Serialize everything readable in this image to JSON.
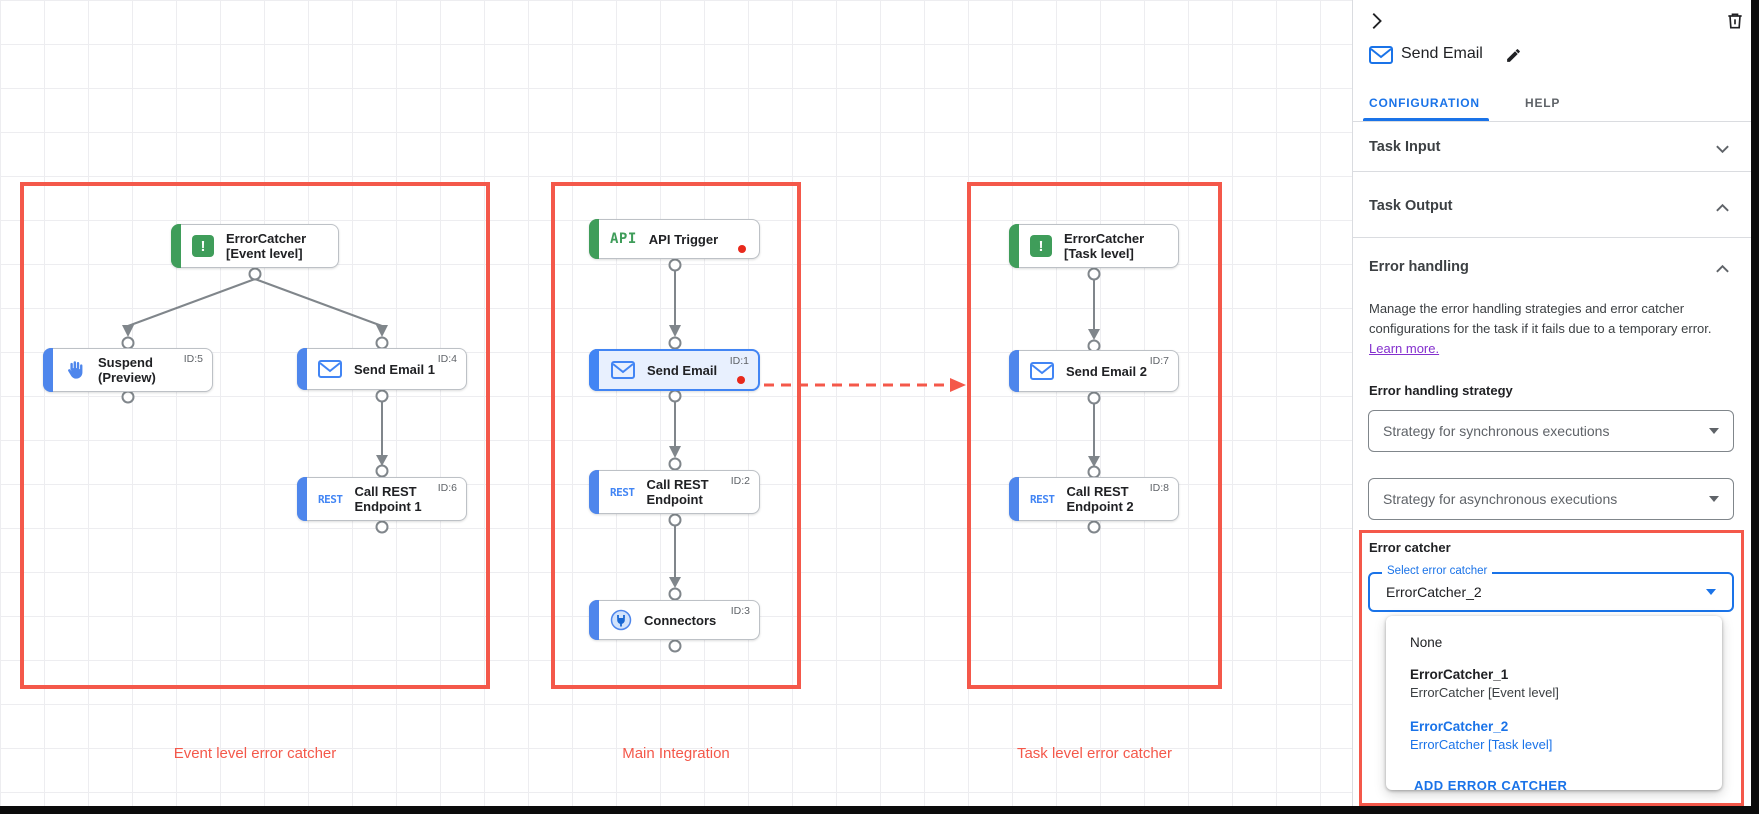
{
  "canvas": {
    "groups": {
      "event_level": {
        "label": "Event level error catcher"
      },
      "main": {
        "label": "Main Integration"
      },
      "task_level": {
        "label": "Task level error catcher"
      }
    },
    "icon_labels": {
      "api": "API",
      "rest": "REST",
      "exclaim": "!"
    },
    "nodes": {
      "ec_event": {
        "line1": "ErrorCatcher",
        "line2": "[Event level]"
      },
      "suspend": {
        "line1": "Suspend",
        "line2": "(Preview)",
        "id": "ID:5"
      },
      "send_email_1": {
        "line1": "Send Email 1",
        "id": "ID:4"
      },
      "call_rest_1": {
        "line1": "Call REST",
        "line2": "Endpoint 1",
        "id": "ID:6"
      },
      "api_trigger": {
        "line1": "API Trigger"
      },
      "send_email": {
        "line1": "Send Email",
        "id": "ID:1"
      },
      "call_rest": {
        "line1": "Call REST",
        "line2": "Endpoint",
        "id": "ID:2"
      },
      "connectors": {
        "line1": "Connectors",
        "id": "ID:3"
      },
      "ec_task": {
        "line1": "ErrorCatcher",
        "line2": "[Task level]"
      },
      "send_email_2": {
        "line1": "Send Email 2",
        "id": "ID:7"
      },
      "call_rest_2": {
        "line1": "Call REST",
        "line2": "Endpoint 2",
        "id": "ID:8"
      }
    }
  },
  "panel": {
    "title": "Send Email",
    "tabs": {
      "configuration": "CONFIGURATION",
      "help": "HELP"
    },
    "sections": {
      "task_input": "Task Input",
      "task_output": "Task Output",
      "error_handling": "Error handling"
    },
    "error_handling": {
      "description": "Manage the error handling strategies and error catcher configurations for the task if it fails due to a temporary error.",
      "learn_more": "Learn more.",
      "strategy_label": "Error handling strategy",
      "sync_placeholder": "Strategy for synchronous executions",
      "async_placeholder": "Strategy for asynchronous executions",
      "error_catcher_label": "Error catcher",
      "select_label": "Select error catcher",
      "select_value": "ErrorCatcher_2",
      "menu": {
        "none": "None",
        "ec1_name": "ErrorCatcher_1",
        "ec1_sub": "ErrorCatcher [Event level]",
        "ec2_name": "ErrorCatcher_2",
        "ec2_sub": "ErrorCatcher [Task level]",
        "add_button": "ADD ERROR CATCHER"
      }
    }
  },
  "colors": {
    "accent_blue": "#1a73e8",
    "node_blue": "#4e86ec",
    "node_green": "#3f9d5a",
    "annotation_red": "#f4584a",
    "error_dot_red": "#e8291c",
    "selected_bg": "#e8f0fe",
    "link_purple": "#8430ce"
  }
}
